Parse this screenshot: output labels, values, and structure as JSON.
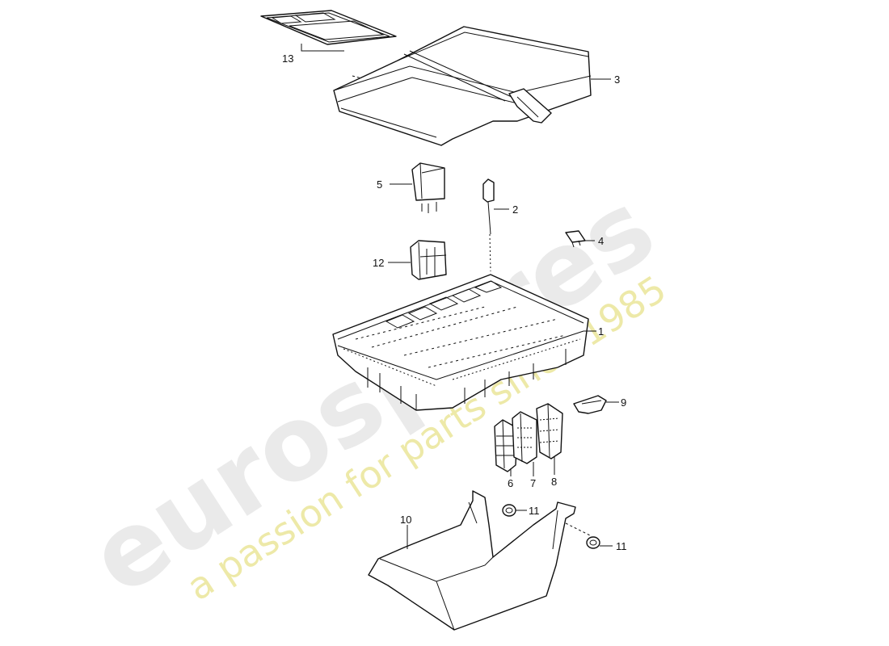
{
  "callouts": {
    "c1": "1",
    "c2": "2",
    "c3": "3",
    "c4": "4",
    "c5": "5",
    "c6": "6",
    "c7": "7",
    "c8": "8",
    "c9": "9",
    "c10": "10",
    "c11a": "11",
    "c11b": "11",
    "c12": "12",
    "c13": "13"
  },
  "watermark": {
    "brand": "eurospares",
    "tagline": "a passion for parts since 1985"
  },
  "colors": {
    "line": "#111111",
    "watermark_gray": "#c9c9c9",
    "watermark_yellow": "#e8e28c"
  }
}
